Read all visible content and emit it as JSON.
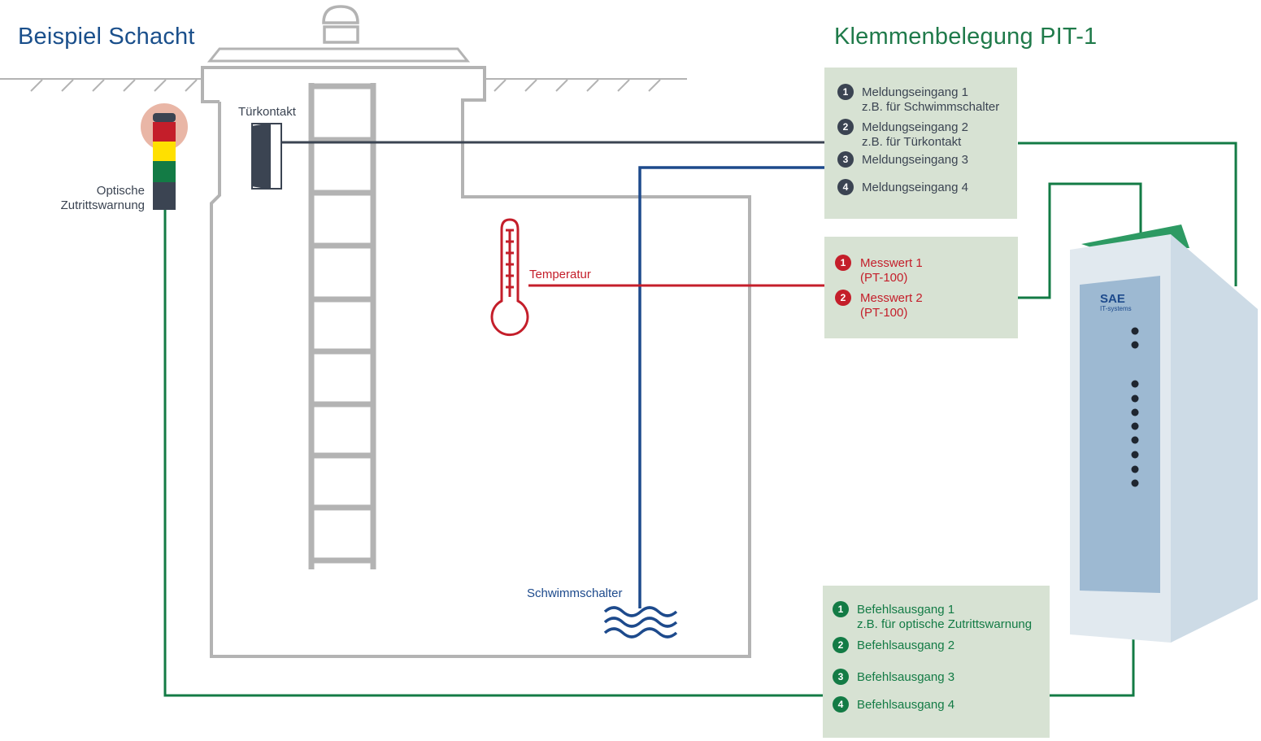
{
  "titles": {
    "left": "Beispiel Schacht",
    "right": "Klemmenbelegung PIT-1"
  },
  "labels": {
    "door_contact": "Türkontakt",
    "optical_warning_line1": "Optische",
    "optical_warning_line2": "Zutrittswarnung",
    "temperature": "Temperatur",
    "float_switch": "Schwimmschalter"
  },
  "message_inputs": [
    {
      "num": "1",
      "line1": "Meldungseingang 1",
      "line2": "z.B. für Schwimmschalter"
    },
    {
      "num": "2",
      "line1": "Meldungseingang 2",
      "line2": "z.B. für Türkontakt"
    },
    {
      "num": "3",
      "line1": "Meldungseingang 3",
      "line2": ""
    },
    {
      "num": "4",
      "line1": "Meldungseingang 4",
      "line2": ""
    }
  ],
  "measurements": [
    {
      "num": "1",
      "line1": "Messwert 1",
      "line2": "(PT-100)"
    },
    {
      "num": "2",
      "line1": "Messwert 2",
      "line2": "(PT-100)"
    }
  ],
  "command_outputs": [
    {
      "num": "1",
      "line1": "Befehlsausgang 1",
      "line2": "z.B. für optische Zutrittswarnung"
    },
    {
      "num": "2",
      "line1": "Befehlsausgang 2",
      "line2": ""
    },
    {
      "num": "3",
      "line1": "Befehlsausgang 3",
      "line2": ""
    },
    {
      "num": "4",
      "line1": "Befehlsausgang 4",
      "line2": ""
    }
  ],
  "device": {
    "logo": "SAE",
    "logo_sub": "IT-systems"
  },
  "colors": {
    "title_blue": "#1a4f8b",
    "title_green": "#1f7a4a",
    "dark": "#3b4452",
    "blue_wire": "#1d4a8c",
    "red": "#c41e2a",
    "green": "#137b45",
    "gray": "#b3b3b3",
    "box_bg": "#d7e2d3",
    "device_light": "#e1e9ef",
    "device_panel": "#9db9d2"
  }
}
